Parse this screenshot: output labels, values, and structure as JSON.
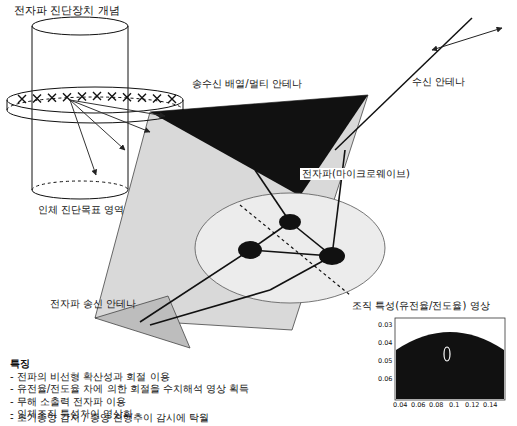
{
  "diagram": {
    "title": "전자파 진단장치 개념",
    "labels": [
      "송수신 배열/멀티 안테나",
      "수신 안테나",
      "인체 진단목표 영역",
      "전자파(마이크로웨이브)",
      "조직 특성(유전율/전도율) 영상",
      "전자파 송신 안테나",
      "특징",
      "- 전파의 비선형 확산성과 회절 이용",
      "- 유전율/전도율 차에 의한 회절을 수치해석 영상 획득",
      "- 무해 소출력 전자파 이용",
      "- 인체조직 특성차이 영상화",
      "- 초기종양 감지 / 종양 진행추이 감시에 탁월",
      "0.03",
      "0.04",
      "0.05",
      "0.06",
      "0.04",
      "0.06",
      "0.08",
      "0.1",
      "0.12",
      "0.14"
    ]
  }
}
